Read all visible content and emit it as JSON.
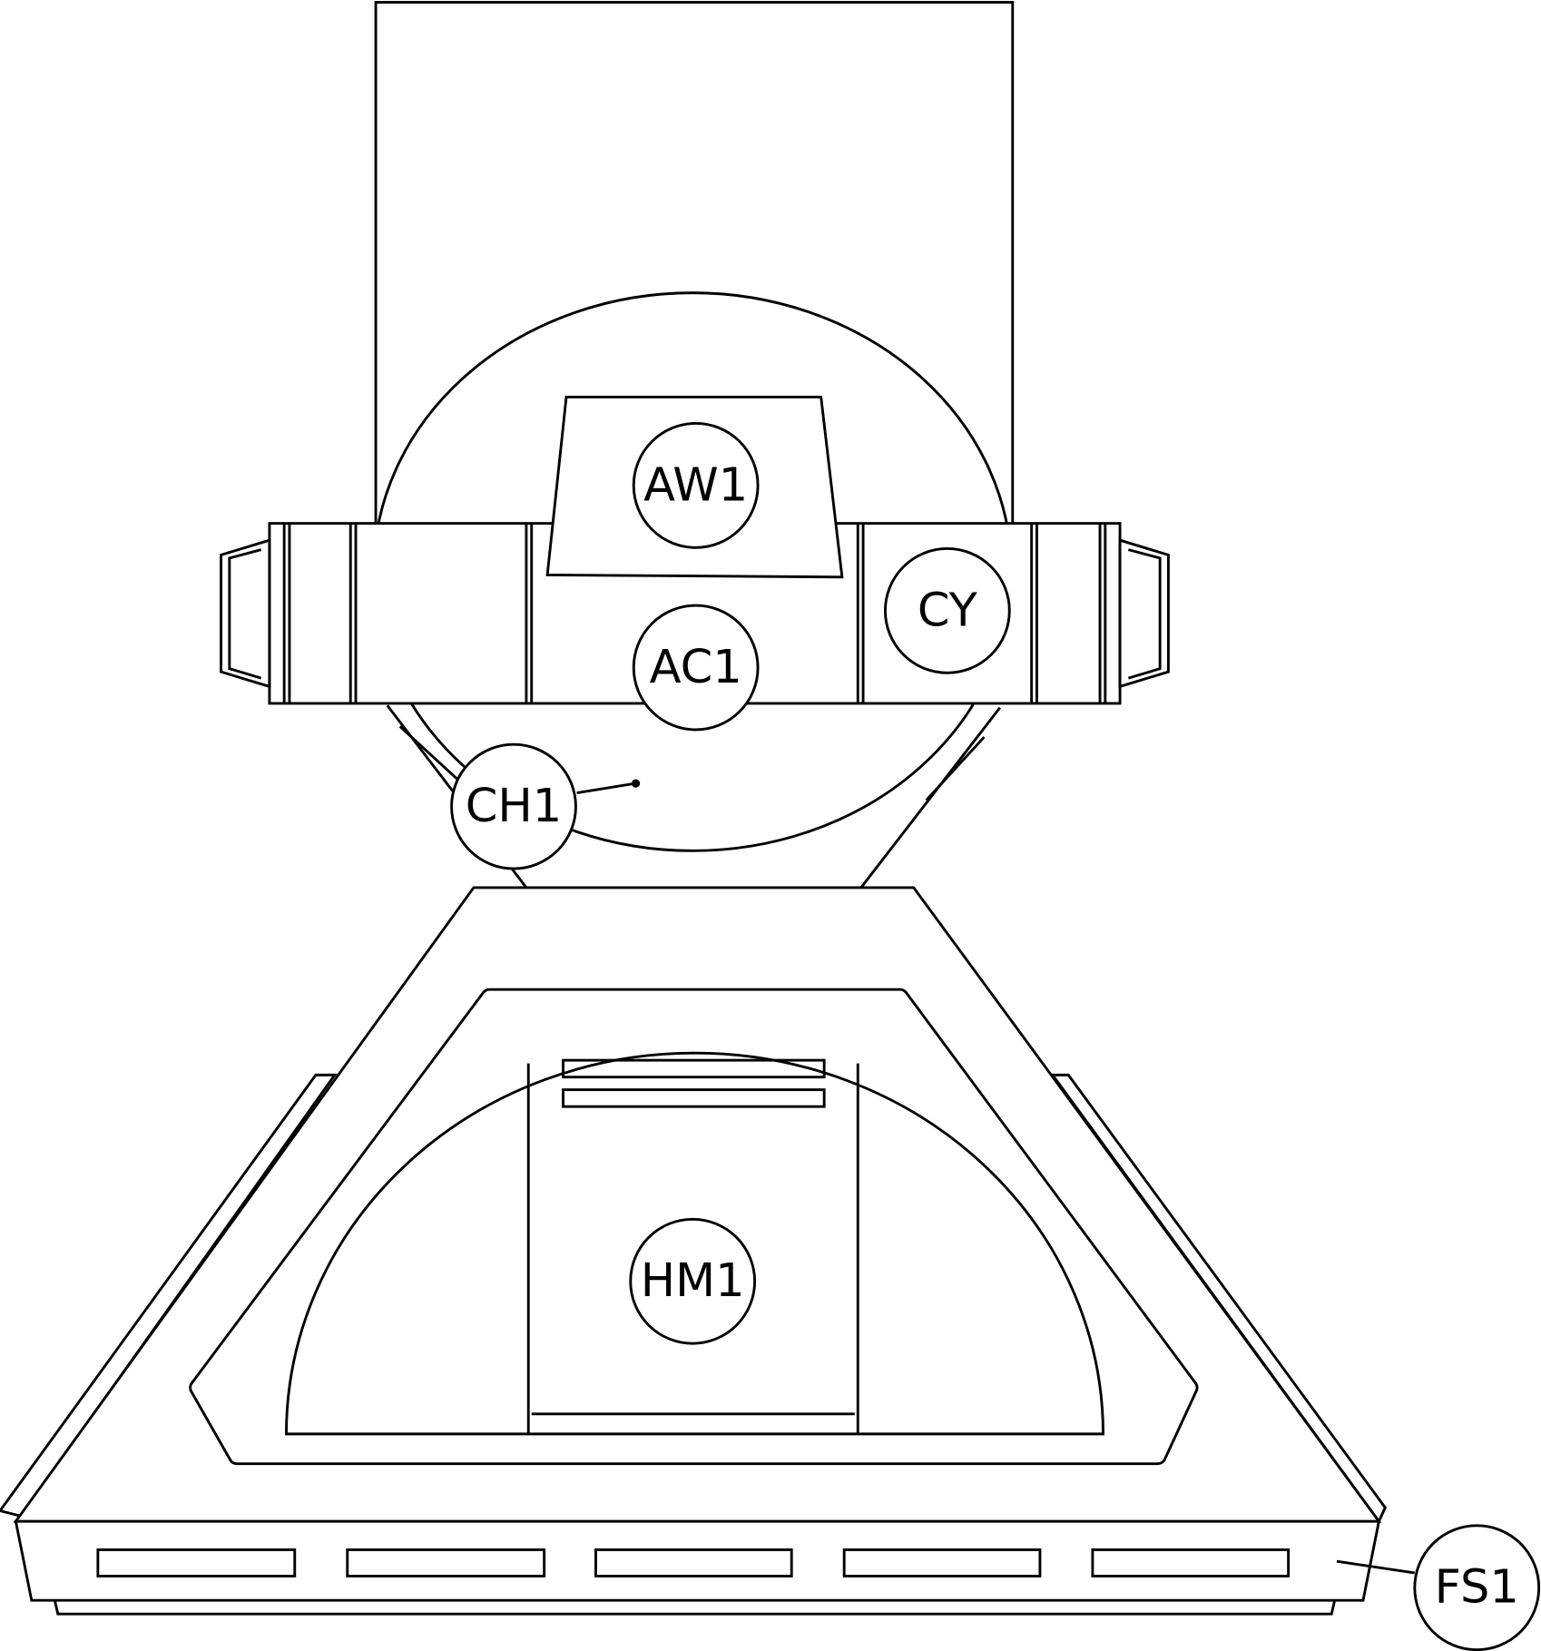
{
  "diagram": {
    "callouts": {
      "aw1": "AW1",
      "ac1": "AC1",
      "cy": "CY",
      "ch1": "CH1",
      "hm1": "HM1",
      "fs1": "FS1"
    },
    "colors": {
      "stroke": "#000000",
      "background": "#ffffff"
    }
  }
}
